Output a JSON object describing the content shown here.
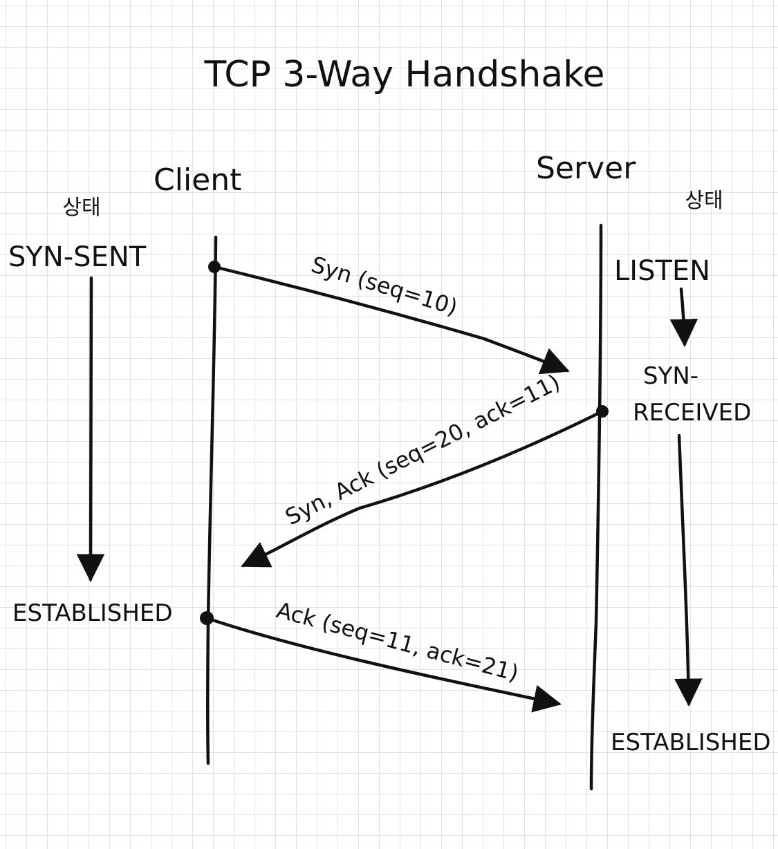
{
  "title": "TCP 3-Way Handshake",
  "client": {
    "label": "Client",
    "state_header": "상태",
    "state_start": "SYN-SENT",
    "state_end": "ESTABLISHED"
  },
  "server": {
    "label": "Server",
    "state_header": "상태",
    "state_start": "LISTEN",
    "state_mid_line1": "SYN-",
    "state_mid_line2": "RECEIVED",
    "state_end": "ESTABLISHED"
  },
  "messages": [
    {
      "label": "Syn (seq=10)"
    },
    {
      "label": "Syn, Ack (seq=20, ack=11)"
    },
    {
      "label": "Ack (seq=11, ack=21)"
    }
  ]
}
